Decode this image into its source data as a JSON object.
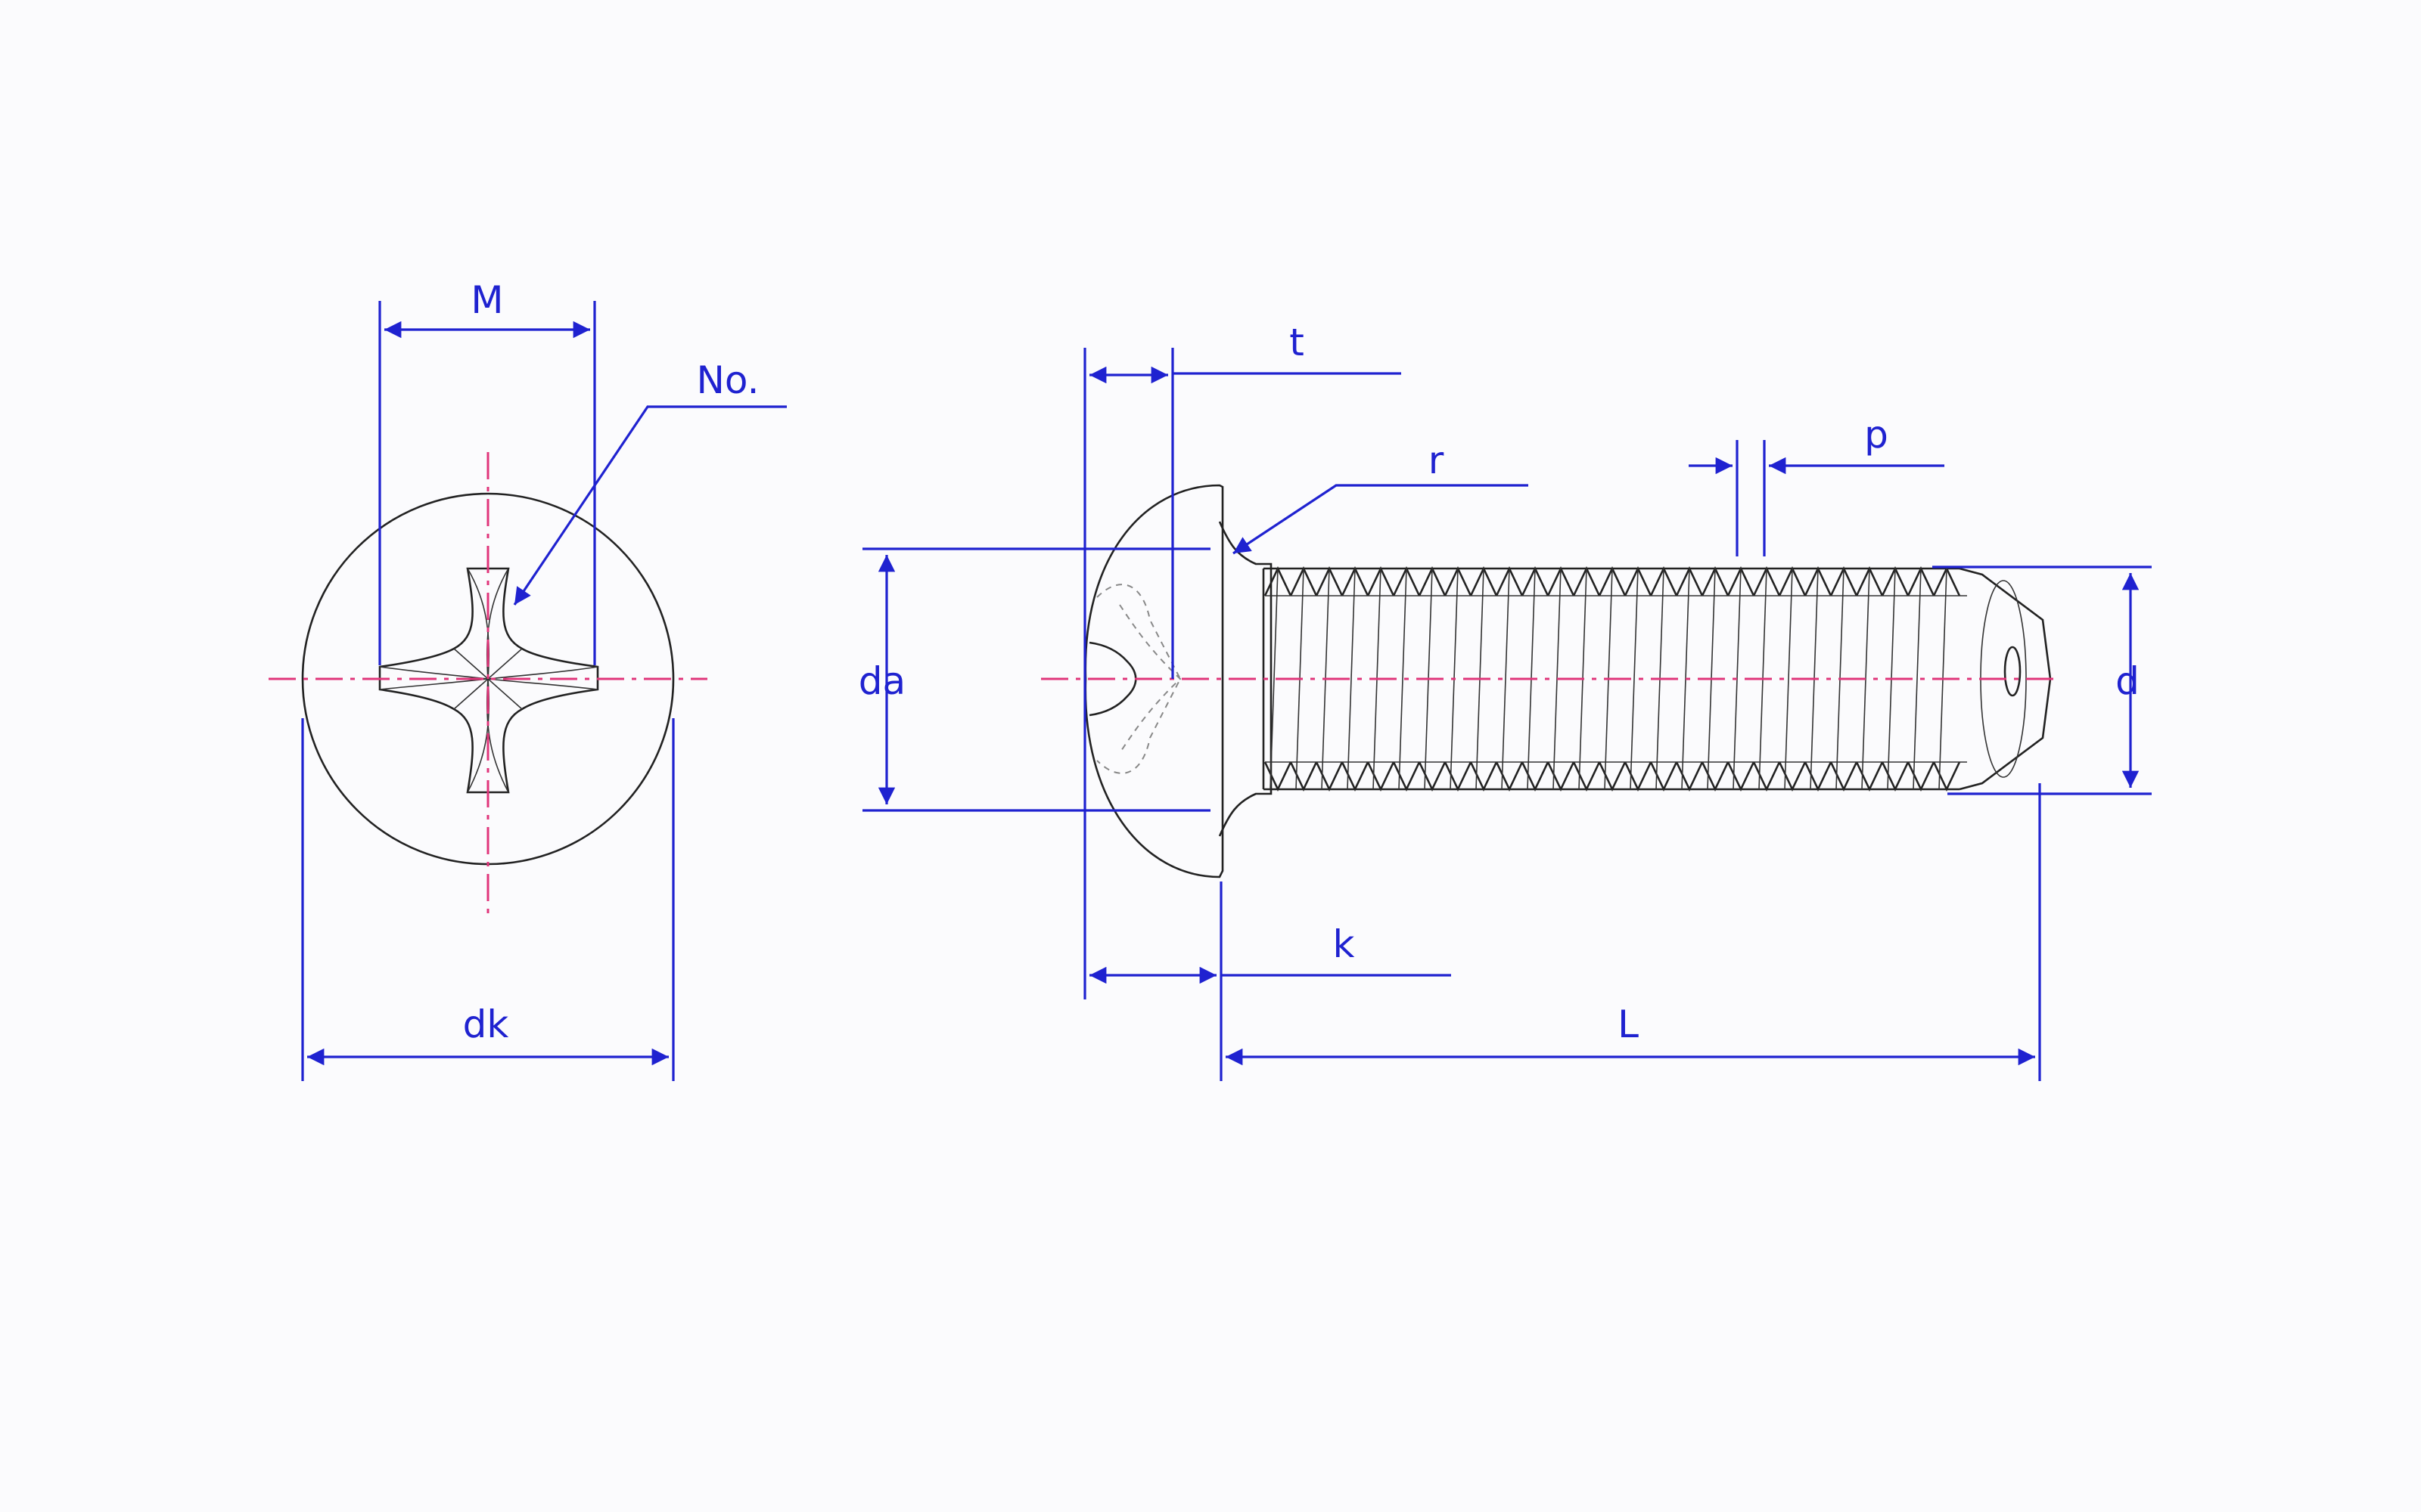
{
  "labels": {
    "M": "M",
    "No": "No.",
    "dk": "dk",
    "t": "t",
    "r": "r",
    "p": "p",
    "da": "da",
    "d": "d",
    "k": "k",
    "L": "L"
  },
  "colors": {
    "dimension": "#1f22d0",
    "centerline": "#e0357a",
    "outline": "#222222",
    "background": "#fbfbfd"
  }
}
